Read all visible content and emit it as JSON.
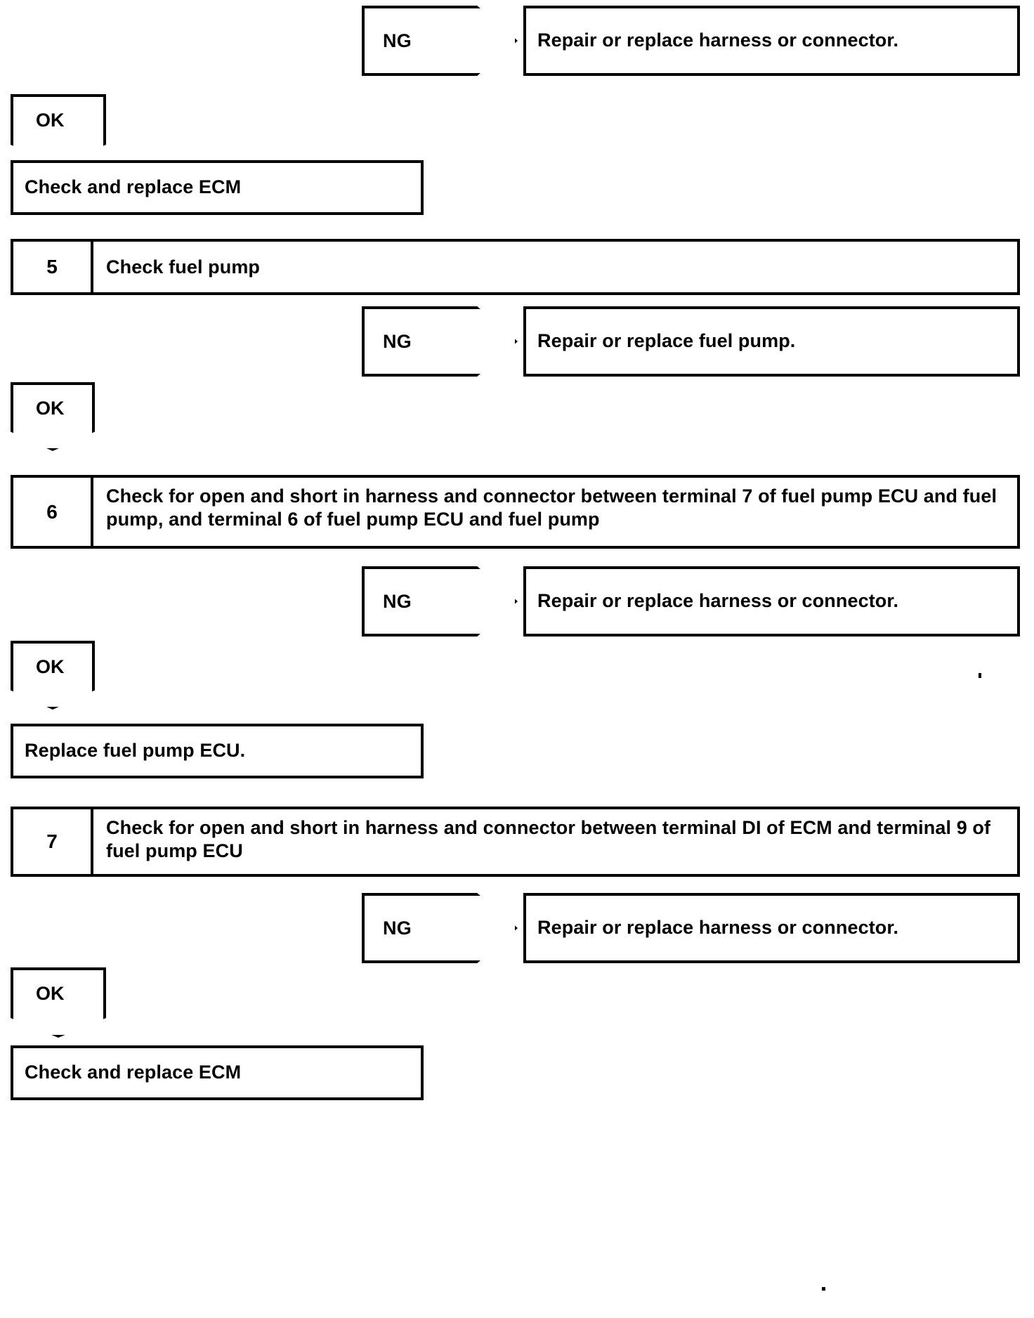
{
  "document": {
    "type": "automotive-diagnostic-flowchart",
    "title": "Fuel pump circuit troubleshooting flow",
    "line_color": "#000000",
    "background_color": "#ffffff",
    "text_color": "#000000"
  },
  "labels": {
    "ng": "NG",
    "ok": "OK"
  },
  "nodes": [
    {
      "id": "ng-1",
      "kind": "ng-arrow",
      "label": "NG",
      "result": "Repair or replace harness or connector."
    },
    {
      "id": "ok-1",
      "kind": "ok-arrow",
      "label": "OK"
    },
    {
      "id": "action-1",
      "kind": "result-box",
      "text": "Check and replace ECM"
    },
    {
      "id": "step-5",
      "kind": "step-box",
      "number": "5",
      "text": "Check fuel pump"
    },
    {
      "id": "ng-2",
      "kind": "ng-arrow",
      "label": "NG",
      "result": "Repair or replace fuel pump."
    },
    {
      "id": "ok-2",
      "kind": "ok-arrow",
      "label": "OK"
    },
    {
      "id": "step-6",
      "kind": "step-box",
      "number": "6",
      "text": "Check for open and short in harness and connector between terminal 7 of fuel pump ECU and fuel pump, and terminal 6 of fuel pump ECU and fuel pump"
    },
    {
      "id": "ng-3",
      "kind": "ng-arrow",
      "label": "NG",
      "result": "Repair or replace harness or connector."
    },
    {
      "id": "ok-3",
      "kind": "ok-arrow",
      "label": "OK"
    },
    {
      "id": "action-2",
      "kind": "result-box",
      "text": "Replace fuel pump ECU."
    },
    {
      "id": "step-7",
      "kind": "step-box",
      "number": "7",
      "text": "Check for open and short in harness and connector between terminal DI of ECM and terminal 9 of fuel pump ECU"
    },
    {
      "id": "ng-4",
      "kind": "ng-arrow",
      "label": "NG",
      "result": "Repair or replace harness or connector."
    },
    {
      "id": "ok-4",
      "kind": "ok-arrow",
      "label": "OK"
    },
    {
      "id": "action-3",
      "kind": "result-box",
      "text": "Check and replace ECM"
    }
  ]
}
